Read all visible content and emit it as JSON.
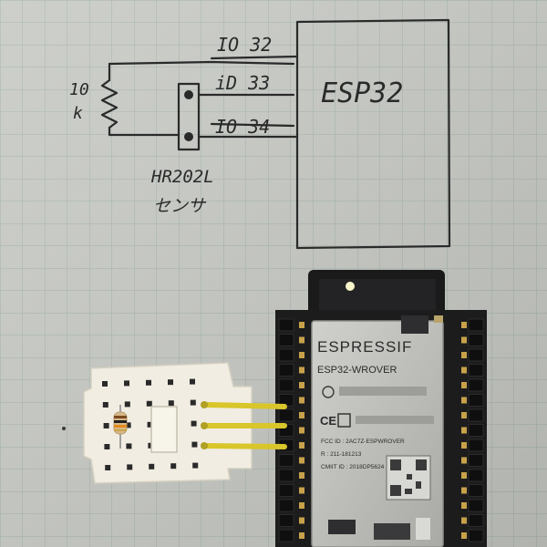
{
  "sketch": {
    "io32": "IO 32",
    "io33": "iD 33",
    "io34": "IO 34",
    "esp32_label": "ESP32",
    "resistor_value_top": "10",
    "resistor_value_bottom": "k",
    "sensor_name": "HR202L",
    "sensor_kana": "センサ"
  },
  "module": {
    "brand": "ESPRESSIF",
    "model": "ESP32-WROVER",
    "fcc_id": "FCC ID : 2AC7Z-ESPWROVER",
    "r_id": "R : 211-181213",
    "cmiit": "CMIIT ID : 2018DP5624"
  },
  "colors": {
    "paper": "#c9cbc6",
    "grid": "#9fb3a8",
    "ink": "#2a2a2a",
    "board": "#1c1c1d",
    "shield": "#b9b9b5",
    "breadboard": "#f1ede2",
    "wire": "#d8c62a"
  }
}
